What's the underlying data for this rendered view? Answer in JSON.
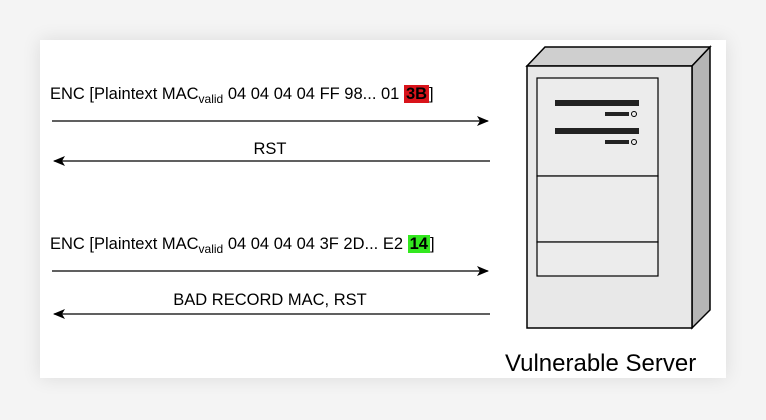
{
  "messages": [
    {
      "prefix": "ENC [Plaintext MAC",
      "subscript": "valid",
      "middle": " 04 04 04 04 FF 98... 01 ",
      "highlight": "3B",
      "highlight_color": "#d9131a",
      "suffix": "]",
      "reply": "RST"
    },
    {
      "prefix": "ENC [Plaintext MAC",
      "subscript": "valid",
      "middle": " 04 04 04 04 3F 2D... E2 ",
      "highlight": "14",
      "highlight_color": "#33e81f",
      "suffix": "]",
      "reply": "BAD RECORD MAC, RST"
    }
  ],
  "server": {
    "label": "Vulnerable Server",
    "icon": "server-tower-icon"
  }
}
